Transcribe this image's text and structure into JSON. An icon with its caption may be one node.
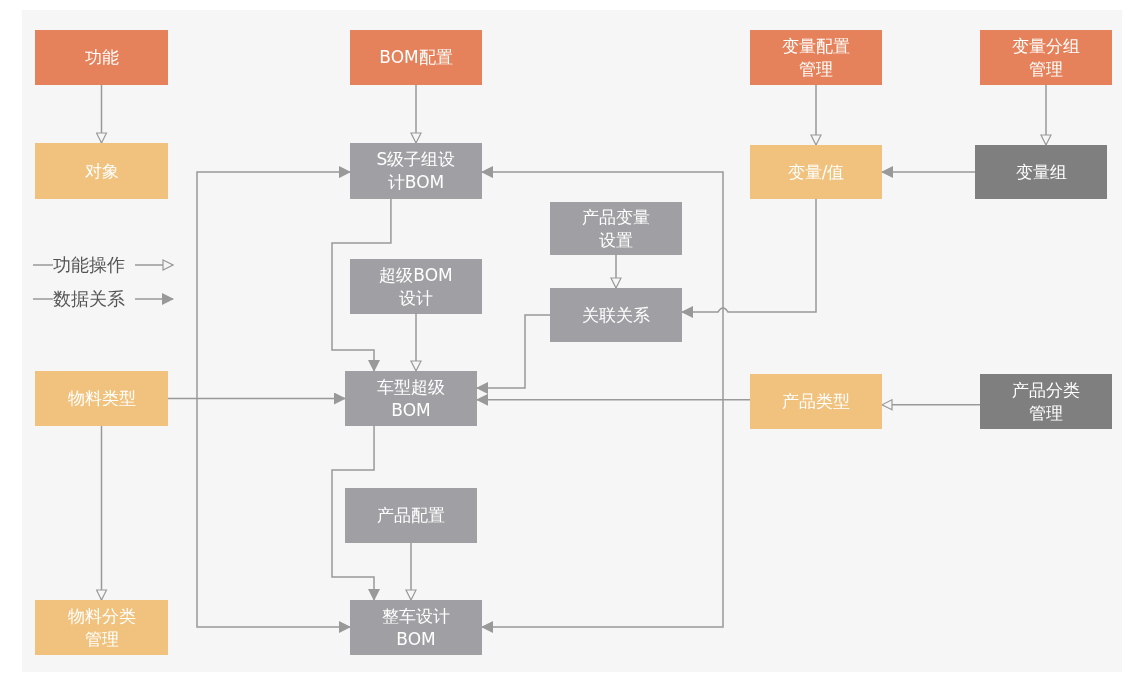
{
  "diagram": {
    "nodes": [
      {
        "text": [
          "功能"
        ]
      },
      {
        "text": [
          "BOM配置"
        ]
      },
      {
        "text": [
          "变量配置管理"
        ]
      },
      {
        "text": [
          "变量分组管理"
        ]
      },
      {
        "text": [
          "对象"
        ]
      },
      {
        "text": [
          "S级子组设计BOM"
        ]
      },
      {
        "text": [
          "变量/值"
        ]
      },
      {
        "text": [
          "变量组"
        ]
      },
      {
        "text": [
          "产品变量设置"
        ]
      },
      {
        "text": [
          "超级BOM设计"
        ]
      },
      {
        "text": [
          "关联关系"
        ]
      },
      {
        "text": [
          "物料类型"
        ]
      },
      {
        "text": [
          "车型超级BOM"
        ]
      },
      {
        "text": [
          "产品类型"
        ]
      },
      {
        "text": [
          "产品分类管理"
        ]
      },
      {
        "text": [
          "产品配置"
        ]
      },
      {
        "text": [
          "物料分类管理"
        ]
      },
      {
        "text": [
          "整车设计BOM"
        ]
      }
    ],
    "edges": [
      {
        "from": 0,
        "to": 4,
        "arrow": "to"
      },
      {
        "from": 1,
        "to": 5,
        "arrow": "to"
      },
      {
        "from": 2,
        "to": 6,
        "arrow": "to"
      },
      {
        "from": 3,
        "to": 7,
        "arrow": "to"
      },
      {
        "from": 7,
        "to": 6,
        "arrow": "to"
      },
      {
        "from": 5,
        "to": 17,
        "arrow": "both"
      },
      {
        "from": 5,
        "to": 17,
        "arrow": "both"
      },
      {
        "from": 8,
        "to": 10,
        "arrow": "to"
      },
      {
        "from": 6,
        "to": 10,
        "arrow": "to"
      },
      {
        "from": 5,
        "to": 12,
        "arrow": "to"
      },
      {
        "from": 9,
        "to": 12,
        "arrow": "to"
      },
      {
        "from": 10,
        "to": 12,
        "arrow": "to"
      },
      {
        "from": 11,
        "to": 12,
        "arrow": "to"
      },
      {
        "from": 13,
        "to": 12,
        "arrow": "to"
      },
      {
        "from": 14,
        "to": 13,
        "arrow": "to"
      },
      {
        "from": 11,
        "to": 16,
        "arrow": "to"
      },
      {
        "from": 12,
        "to": 17,
        "arrow": "to"
      },
      {
        "from": 15,
        "to": 17,
        "arrow": "to"
      }
    ],
    "legend": [
      {
        "text": "功能操作"
      },
      {
        "text": "数据关系"
      }
    ]
  }
}
